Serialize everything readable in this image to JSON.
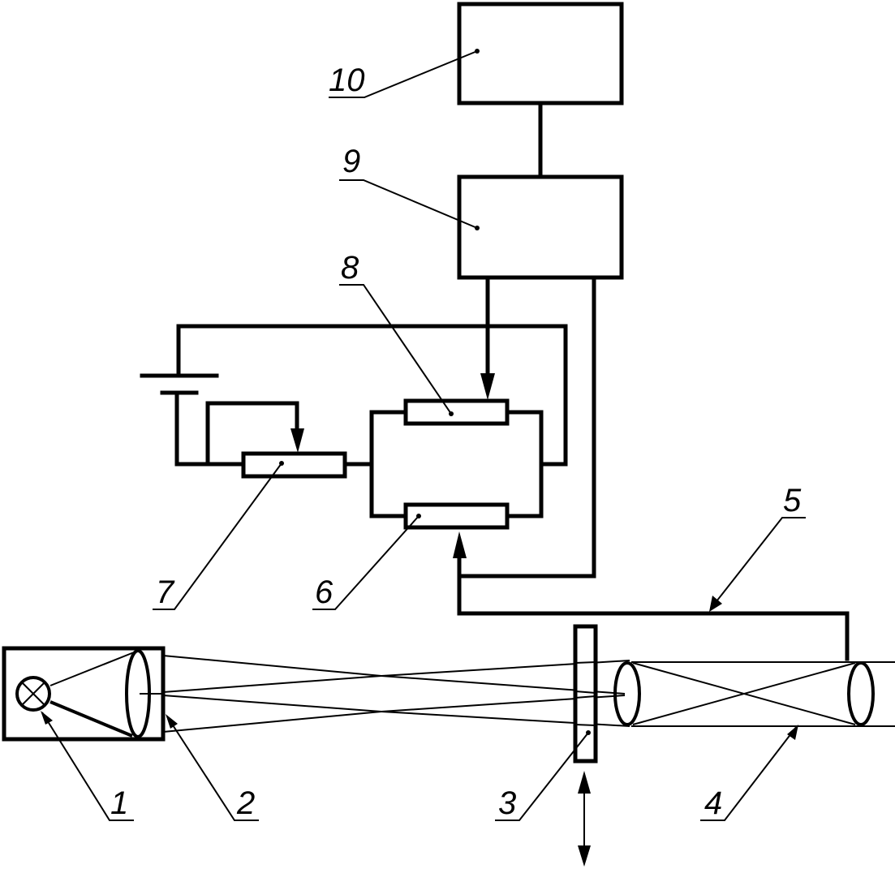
{
  "diagram": {
    "type": "optical-electrical schematic",
    "colors": {
      "line": "#000000",
      "background": "#ffffff"
    },
    "components": [
      {
        "id": "1",
        "label": "1",
        "name": "lamp (light source)"
      },
      {
        "id": "2",
        "label": "2",
        "name": "condenser lens / illuminator housing"
      },
      {
        "id": "3",
        "label": "3",
        "name": "movable plate (test object)"
      },
      {
        "id": "4",
        "label": "4",
        "name": "receiving optical system (two lenses)"
      },
      {
        "id": "5",
        "label": "5",
        "name": "photodetector connection"
      },
      {
        "id": "6",
        "label": "6",
        "name": "photoresistor / sensing resistor"
      },
      {
        "id": "7",
        "label": "7",
        "name": "variable resistor (rheostat)"
      },
      {
        "id": "8",
        "label": "8",
        "name": "balancing resistor"
      },
      {
        "id": "9",
        "label": "9",
        "name": "measuring unit"
      },
      {
        "id": "10",
        "label": "10",
        "name": "recording / display unit"
      }
    ]
  }
}
